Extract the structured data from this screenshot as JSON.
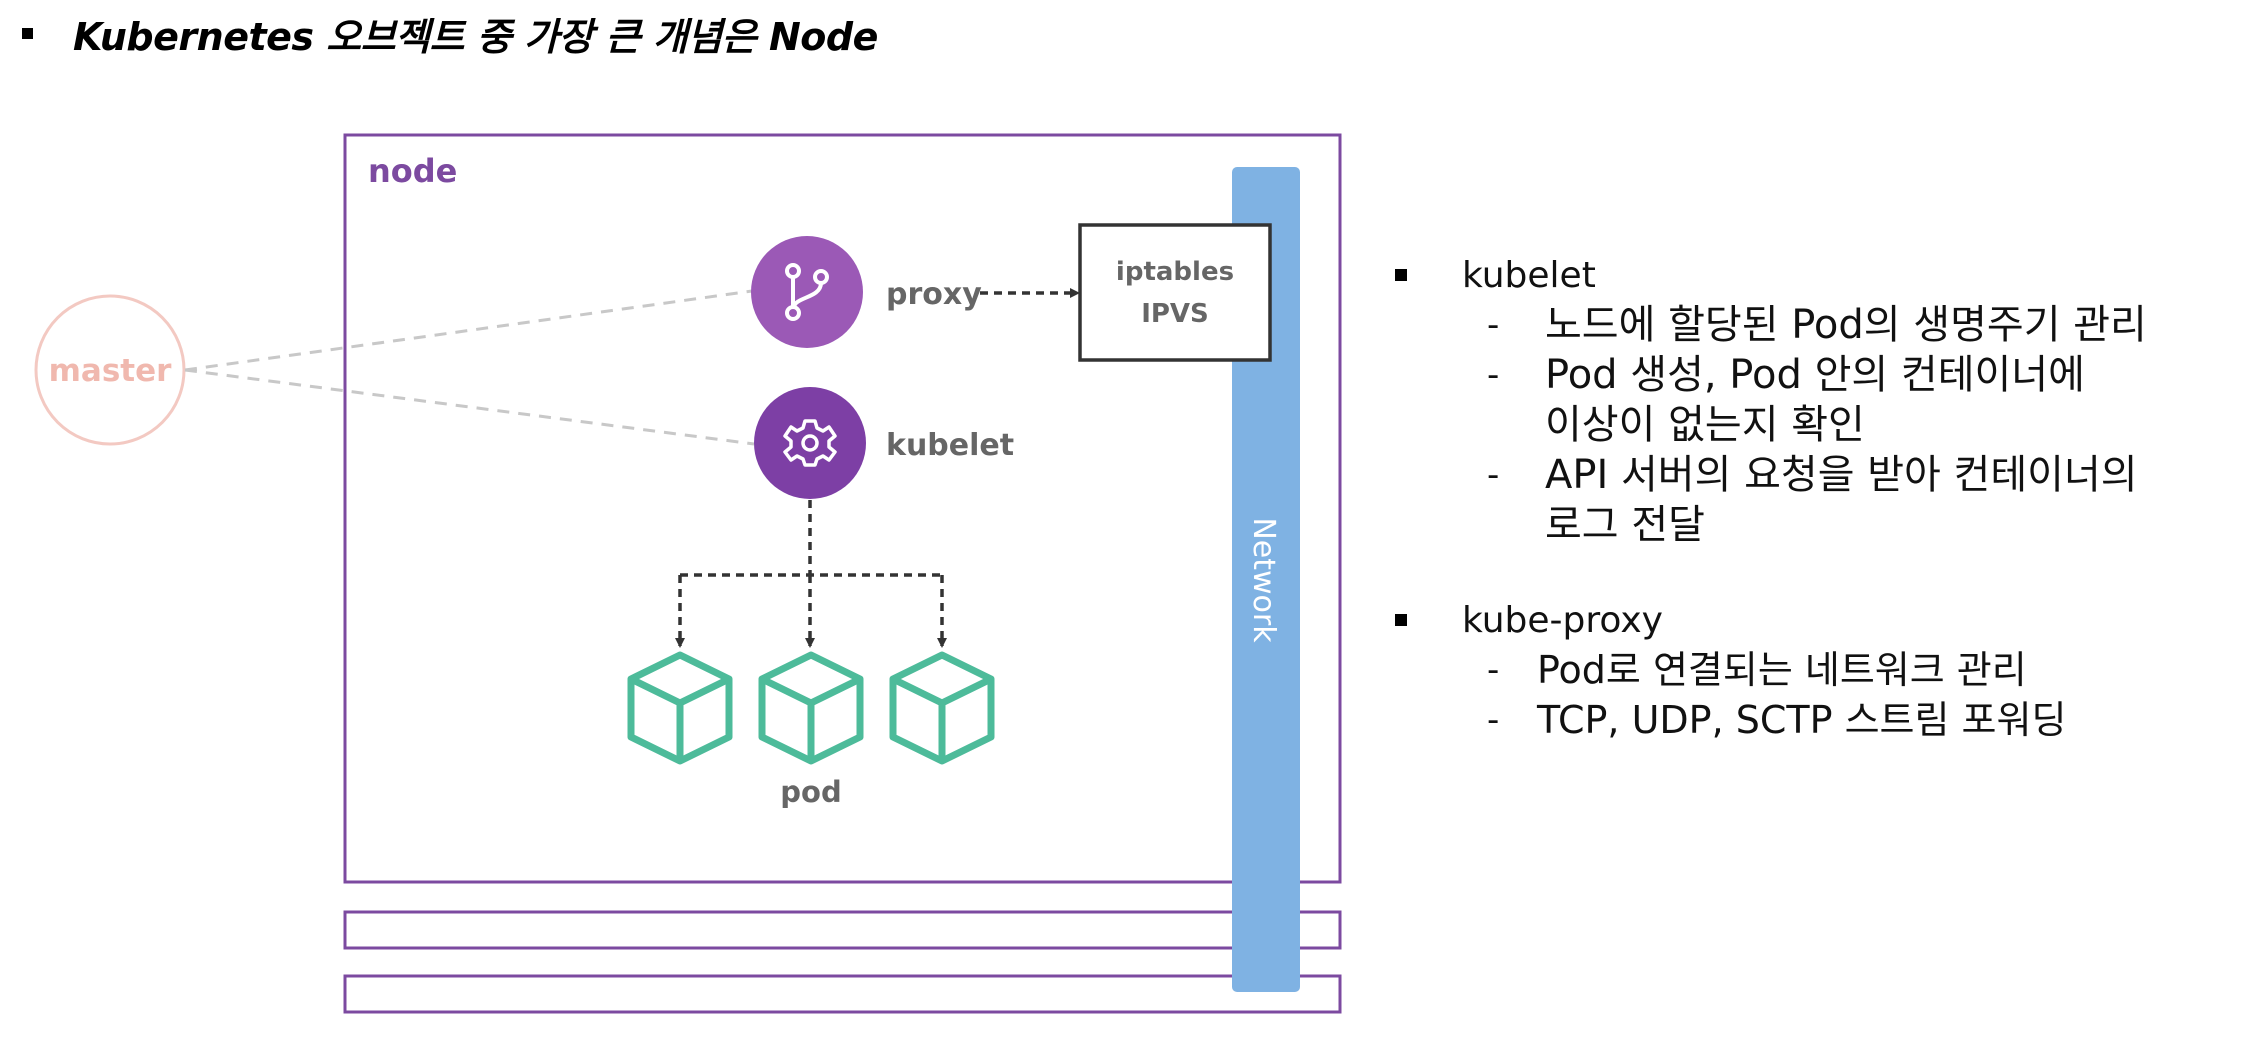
{
  "title": "Kubernetes 오브젝트 중 가장 큰 개념은 Node",
  "diagram": {
    "node_label": "node",
    "master_label": "master",
    "proxy_label": "proxy",
    "kubelet_label": "kubelet",
    "iptables_line1": "iptables",
    "iptables_line2": "IPVS",
    "network_label": "Network",
    "pod_label": "pod",
    "colors": {
      "node_border": "#7c4aa0",
      "component_fill": "#9b59b6",
      "kubelet_fill": "#7d3fa5",
      "network_fill": "#7fb2e3",
      "pod_stroke": "#4dbb9a",
      "master_stroke": "#f3c9c2",
      "master_text": "#f0b8ae",
      "dashed_gray": "#c8c8c8"
    },
    "icons": {
      "proxy": "git-branch-icon",
      "kubelet": "gear-icon",
      "pod": "cube-icon"
    }
  },
  "sections": [
    {
      "title": "kubelet",
      "items": [
        "노드에 할당된 Pod의 생명주기 관리",
        "Pod 생성, Pod 안의 컨테이너에\n이상이 없는지 확인",
        "API 서버의 요청을 받아 컨테이너의\n로그 전달"
      ]
    },
    {
      "title": "kube-proxy",
      "items": [
        "Pod로 연결되는 네트워크 관리",
        "TCP, UDP, SCTP 스트림 포워딩"
      ]
    }
  ]
}
